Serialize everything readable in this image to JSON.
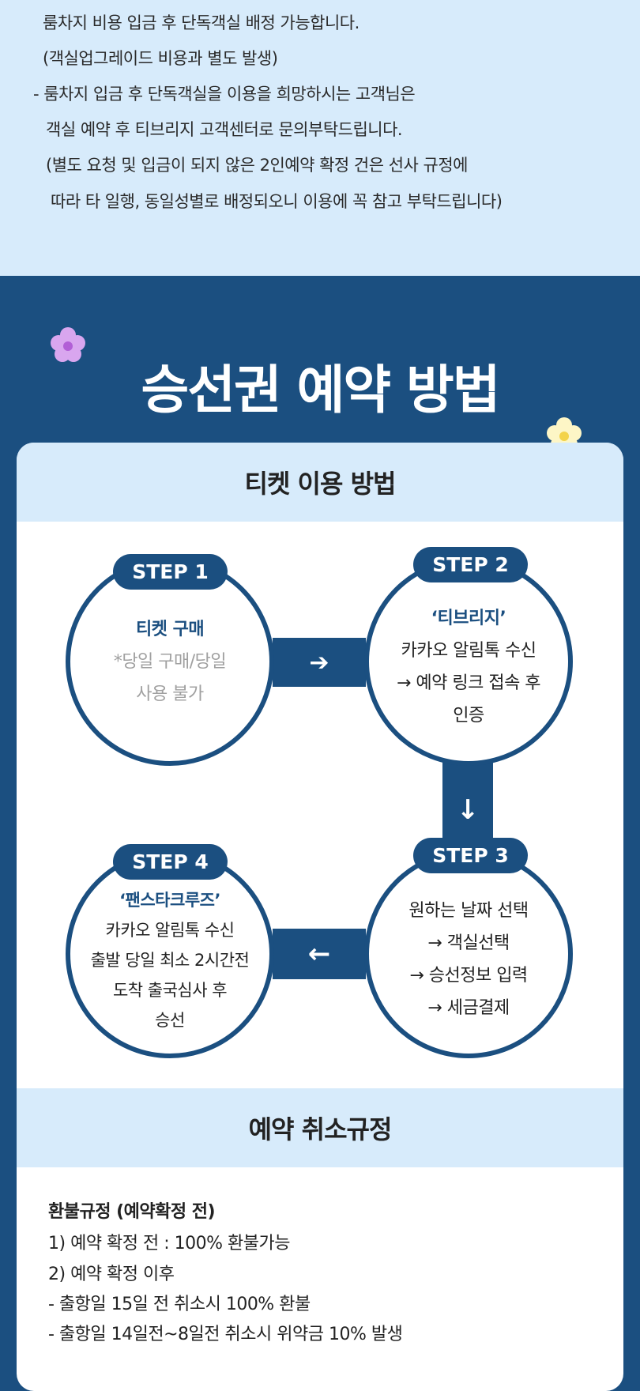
{
  "notice": {
    "lines": [
      "룸차지 비용 입금 후 단독객실 배정 가능합니다.",
      "(객실업그레이드 비용과 별도 발생)",
      "- 룸차지 입금 후 단독객실을 이용을 희망하시는 고객님은",
      "객실 예약 후 티브리지 고객센터로 문의부탁드립니다.",
      "(별도 요청 및 입금이 되지 않은 2인예약 확정 건은 선사 규정에",
      "따라 타 일행, 동일성별로 배정되오니 이용에 꼭 참고 부탁드립니다)"
    ]
  },
  "section_title": "승선권 예약 방법",
  "ticket_usage": {
    "heading": "티켓 이용 방법",
    "steps": [
      {
        "label": "STEP 1",
        "title": "티켓 구매",
        "lines": [
          "*당일 구매/당일",
          "사용 불가"
        ]
      },
      {
        "label": "STEP 2",
        "title": "‘티브리지’",
        "lines": [
          "카카오 알림톡 수신",
          "→ 예약 링크 접속 후",
          "인증"
        ]
      },
      {
        "label": "STEP 3",
        "lines": [
          "원하는 날짜 선택",
          "→ 객실선택",
          "→ 승선정보 입력",
          "→ 세금결제"
        ]
      },
      {
        "label": "STEP 4",
        "title": "‘팬스타크루즈’",
        "lines": [
          "카카오 알림톡 수신",
          "출발 당일 최소 2시간전",
          "도착 출국심사 후",
          "승선"
        ]
      }
    ],
    "arrows": {
      "right": "➔",
      "down": "↓",
      "left": "←"
    }
  },
  "cancellation": {
    "heading": "예약 취소규정",
    "subheading": "환불규정 (예약확정 전)",
    "lines": [
      "1) 예약 확정 전 : 100% 환불가능",
      "2) 예약 확정 이후",
      "- 출항일 15일 전 취소시 100% 환불",
      "- 출항일 14일전~8일전 취소시 위약금 10% 발생"
    ]
  },
  "colors": {
    "navy": "#1b4f80",
    "light_blue": "#d7ebfb"
  }
}
